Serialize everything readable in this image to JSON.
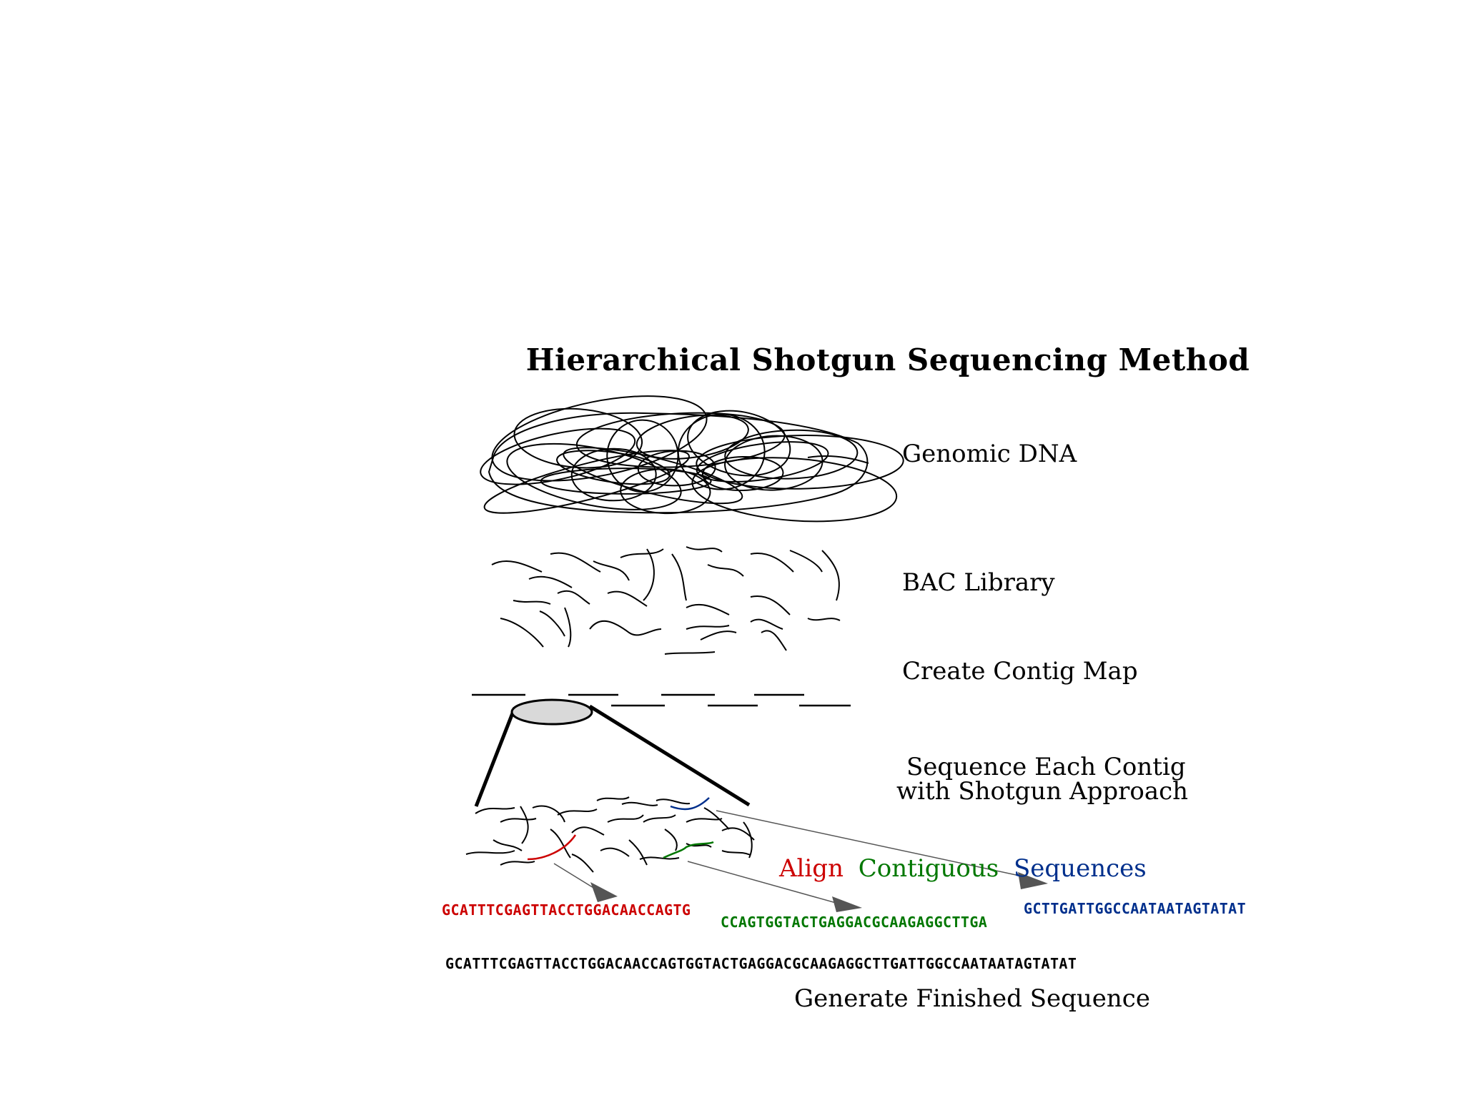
{
  "title": "Hierarchical Shotgun Sequencing Method",
  "steps": {
    "genomic": "Genomic DNA",
    "bac": "BAC Library",
    "contig_map": "Create Contig Map",
    "sequence_line1": "Sequence Each Contig",
    "sequence_line2": "with Shotgun Approach",
    "finished": "Generate Finished Sequence"
  },
  "align": {
    "word1": "Align",
    "word2": "Contiguous",
    "word3": "Sequences"
  },
  "sequences": {
    "red": "GCATTTCGAGTTACCTGGACAACCAGTG",
    "green": "CCAGTGGTACTGAGGACGCAAGAGGCTTGA",
    "blue": "GCTTGATTGGCCAATAATAGTATAT",
    "finished": "GCATTTCGAGTTACCTGGACAACCAGTGGTACTGAGGACGCAAGAGGCTTGATTGGCCAATAATAGTATAT"
  },
  "colors": {
    "red": "#cc0000",
    "green": "#007700",
    "blue": "#002f8c",
    "black": "#000000",
    "arrow": "#555555",
    "oval_fill": "#d9d9d9"
  }
}
